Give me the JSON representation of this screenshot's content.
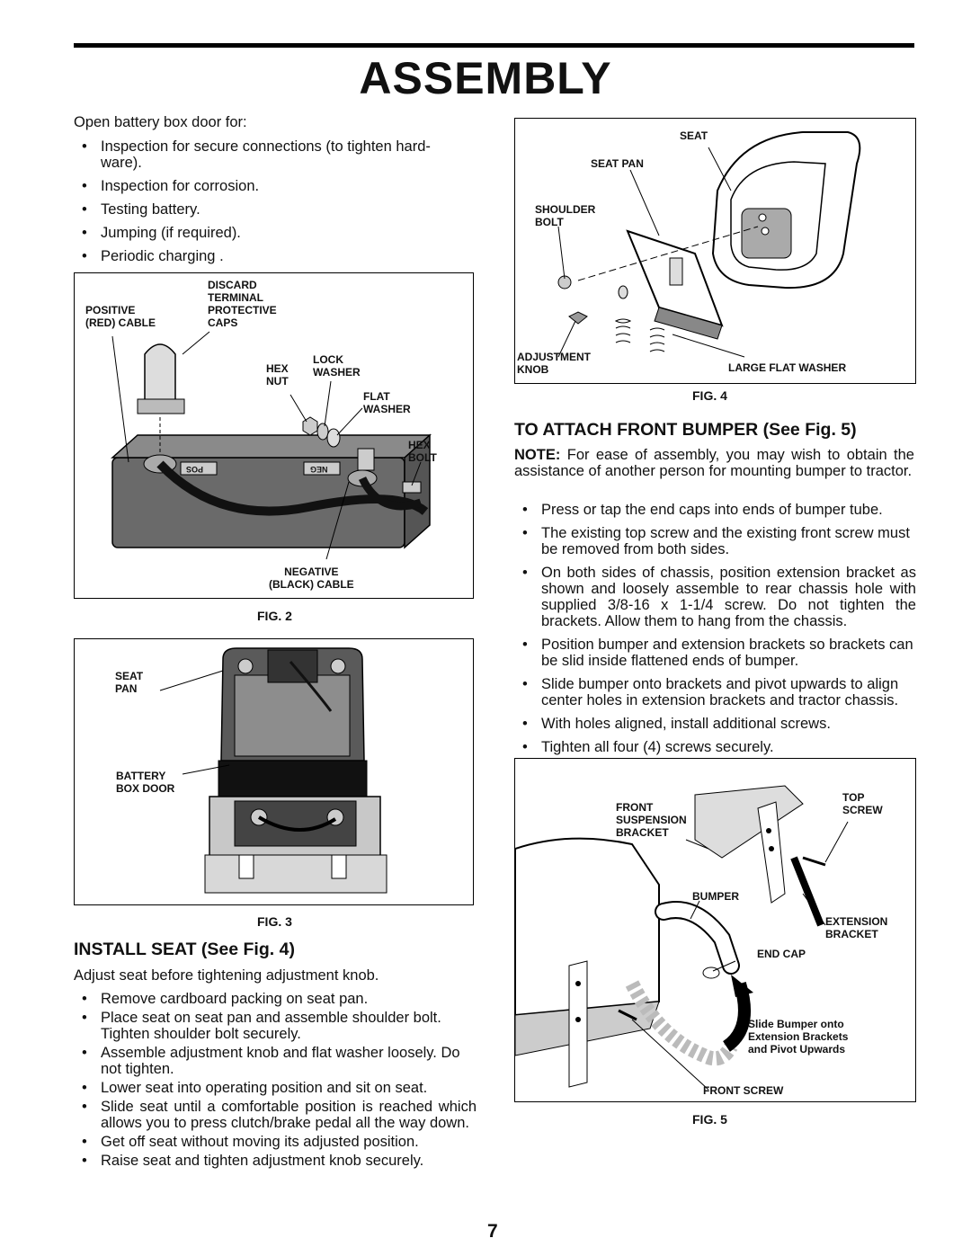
{
  "header": {
    "title": "ASSEMBLY"
  },
  "left": {
    "intro": "Open battery box door for:",
    "bullets": [
      "Inspection for secure connections (to tighten hard- ware).",
      "Inspection for corrosion.",
      "Testing battery.",
      "Jumping (if required).",
      "Periodic charging ."
    ]
  },
  "fig2": {
    "caption": "FIG. 2",
    "labels": {
      "positive": "POSITIVE\n(RED) CABLE",
      "discard": "DISCARD\nTERMINAL\nPROTECTIVE\nCAPS",
      "hex_nut": "HEX\nNUT",
      "lock_washer": "LOCK\nWASHER",
      "flat_washer": "FLAT\nWASHER",
      "hex_bolt": "HEX\nBOLT",
      "negative": "NEGATIVE\n(BLACK) CABLE",
      "pos_mark": "POS",
      "neg_mark": "NEG"
    }
  },
  "fig3": {
    "caption": "FIG. 3",
    "labels": {
      "seat_pan": "SEAT\nPAN",
      "battery_box_door": "BATTERY\nBOX DOOR"
    }
  },
  "install_seat": {
    "heading": "INSTALL SEAT (See Fig. 4)",
    "intro": "Adjust seat before tightening adjustment knob.",
    "bullets": [
      "Remove cardboard packing on seat pan.",
      "Place seat on seat pan and assemble shoulder bolt. Tighten shoulder bolt securely.",
      "Assemble adjustment knob and flat washer loosely. Do not tighten.",
      "Lower seat into operating position and sit on seat.",
      "Slide seat until a comfortable position is reached which allows you to press clutch/brake pedal all the way down.",
      "Get off seat without moving its adjusted position.",
      "Raise seat and tighten adjustment knob securely."
    ]
  },
  "fig4": {
    "caption": "FIG. 4",
    "labels": {
      "seat": "SEAT",
      "seat_pan": "SEAT PAN",
      "shoulder_bolt": "SHOULDER\nBOLT",
      "adjustment_knob": "ADJUSTMENT\nKNOB",
      "large_flat_washer": "LARGE FLAT WASHER"
    }
  },
  "bumper": {
    "heading": "TO ATTACH FRONT BUMPER  (See Fig. 5)",
    "note_label": "NOTE:",
    "note_text": "For ease of assembly, you may wish to obtain the assistance of another person for mounting bumper to tractor.",
    "bullets": [
      "Press or tap the end caps into ends of bumper tube.",
      "The existing top screw and the existing front screw must be removed from both sides.",
      "On both sides of chassis, position extension bracket as shown and loosely assemble to rear chassis hole with supplied 3/8-16 x 1-1/4 screw.  Do not tighten the brackets.  Allow them to hang from the chassis.",
      "Position bumper and extension brackets so brackets can be slid inside flattened ends of bumper.",
      "Slide bumper onto brackets and pivot upwards to align center holes in extension brackets and tractor chassis.",
      "With holes aligned, install additional screws.",
      "Tighten all four (4) screws securely."
    ]
  },
  "fig5": {
    "caption": "FIG. 5",
    "labels": {
      "front_suspension": "FRONT\nSUSPENSION\nBRACKET",
      "top_screw": "TOP\nSCREW",
      "bumper": "BUMPER",
      "extension_bracket": "EXTENSION\nBRACKET",
      "end_cap": "END CAP",
      "slide_note": "Slide Bumper onto\nExtension Brackets\nand Pivot Upwards",
      "front_screw": "FRONT SCREW"
    }
  },
  "page_number": "7"
}
